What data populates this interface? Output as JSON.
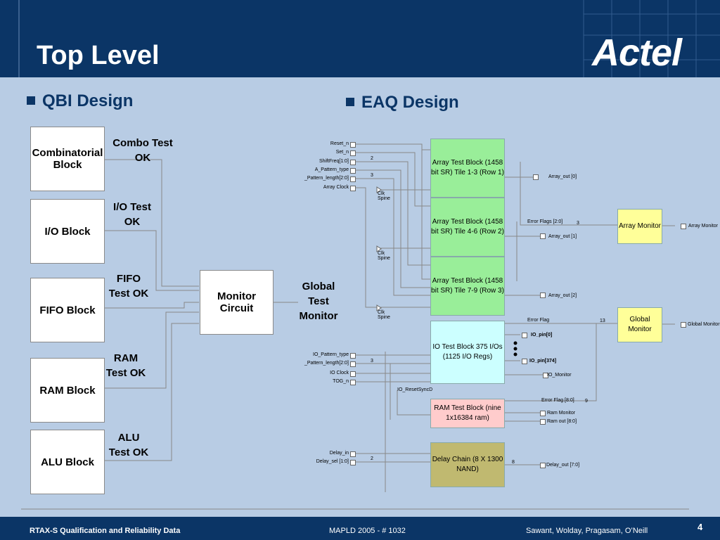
{
  "header": {
    "title": "Top Level",
    "logo": "Actel"
  },
  "qbi": {
    "heading": "QBI Design",
    "blocks": [
      {
        "label": "Combinatorial Block",
        "status": "Combo Test OK"
      },
      {
        "label": "I/O Block",
        "status": "I/O Test OK"
      },
      {
        "label": "FIFO Block",
        "status": "FIFO Test OK"
      },
      {
        "label": "RAM Block",
        "status": "RAM Test OK"
      },
      {
        "label": "ALU Block",
        "status": "ALU Test OK"
      }
    ],
    "monitor": "Monitor Circuit",
    "output": "Global Test Monitor"
  },
  "eaq": {
    "heading": "EAQ Design",
    "inputs": [
      "Reset_n",
      "Set_n",
      "ShiftFreq[1:0]",
      "A_Pattern_type",
      "_Pattern_length[2:0]",
      "Array Clock"
    ],
    "io_inputs": [
      "IO_Pattern_type",
      "_Pattern_length[2:0]",
      "IO Clock",
      "TOG_n"
    ],
    "delay_inputs": [
      "Delay_in",
      "Delay_sel [1:0]"
    ],
    "bus_widths": {
      "shiftfreq": "2",
      "pattern": "3",
      "io_pattern": "3",
      "delay_sel": "2",
      "error_flags": "3",
      "error_flag": "13",
      "ram_flag": "9",
      "delay_out": "8"
    },
    "clk_spine": "Clk Spine",
    "array_blocks": [
      {
        "label": "Array Test Block (1458 bit SR) Tile 1-3 (Row 1)",
        "out": "Array_out [0]"
      },
      {
        "label": "Array Test Block (1458 bit SR) Tile 4-6 (Row 2)",
        "out": "Array_out [1]"
      },
      {
        "label": "Array Test Block (1458 bit SR) Tile 7-9 (Row 3)",
        "out": "Array_out [2]"
      }
    ],
    "io_block": {
      "label": "IO Test Block 375 I/Os (1125 I/O Regs)",
      "pin0": "IO_pin[0]",
      "pin374": "IO_pin[374]",
      "monitor": "IO_Monitor",
      "reset": "IO_ResetSyncD"
    },
    "ram_block": {
      "label": "RAM Test Block (nine 1x16384 ram)",
      "flag": "Error Flag [8:0]",
      "monitor": "Ram Monitor",
      "out": "Ram out [8:0]"
    },
    "delay_block": {
      "label": "Delay Chain (8 X 1300 NAND)",
      "out": "Delay_out [7:0]"
    },
    "error_flags": "Error Flags [2:0]",
    "error_flag": "Error Flag",
    "array_monitor": {
      "label": "Array Monitor",
      "out": "Array Monitor"
    },
    "global_monitor": {
      "label": "Global Monitor",
      "out": "Global Monitor"
    }
  },
  "footer": {
    "left": "RTAX-S Qualification and Reliability Data",
    "center": "MAPLD 2005 - # 1032",
    "right": "Sawant, Wolday, Pragasam, O’Neill",
    "page": "4"
  },
  "colors": {
    "header": "#0b3566",
    "background": "#b8cce4",
    "array_block": "#99ee99",
    "io_block": "#ccffff",
    "ram_block": "#ffcccc",
    "delay_block": "#c0b970",
    "monitor": "#ffff99"
  }
}
